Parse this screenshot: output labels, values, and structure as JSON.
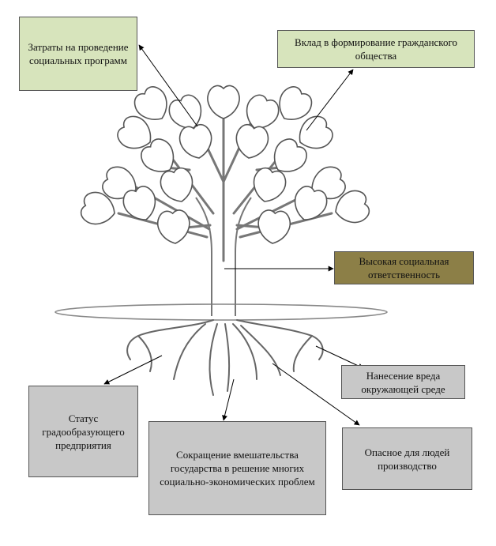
{
  "diagram": {
    "boxes": {
      "costs": "Затраты на проведение социальных программ",
      "civil": "Вклад в формирование гражданского общества",
      "responsibility": "Высокая социальная ответственность",
      "city_status": "Статус градообразующего предприятия",
      "state": "Сокращение вмешательства государства в решение многих социально-экономических проблем",
      "environment": "Нанесение вреда окружающей среде",
      "hazard": "Опасное для людей производство"
    }
  }
}
